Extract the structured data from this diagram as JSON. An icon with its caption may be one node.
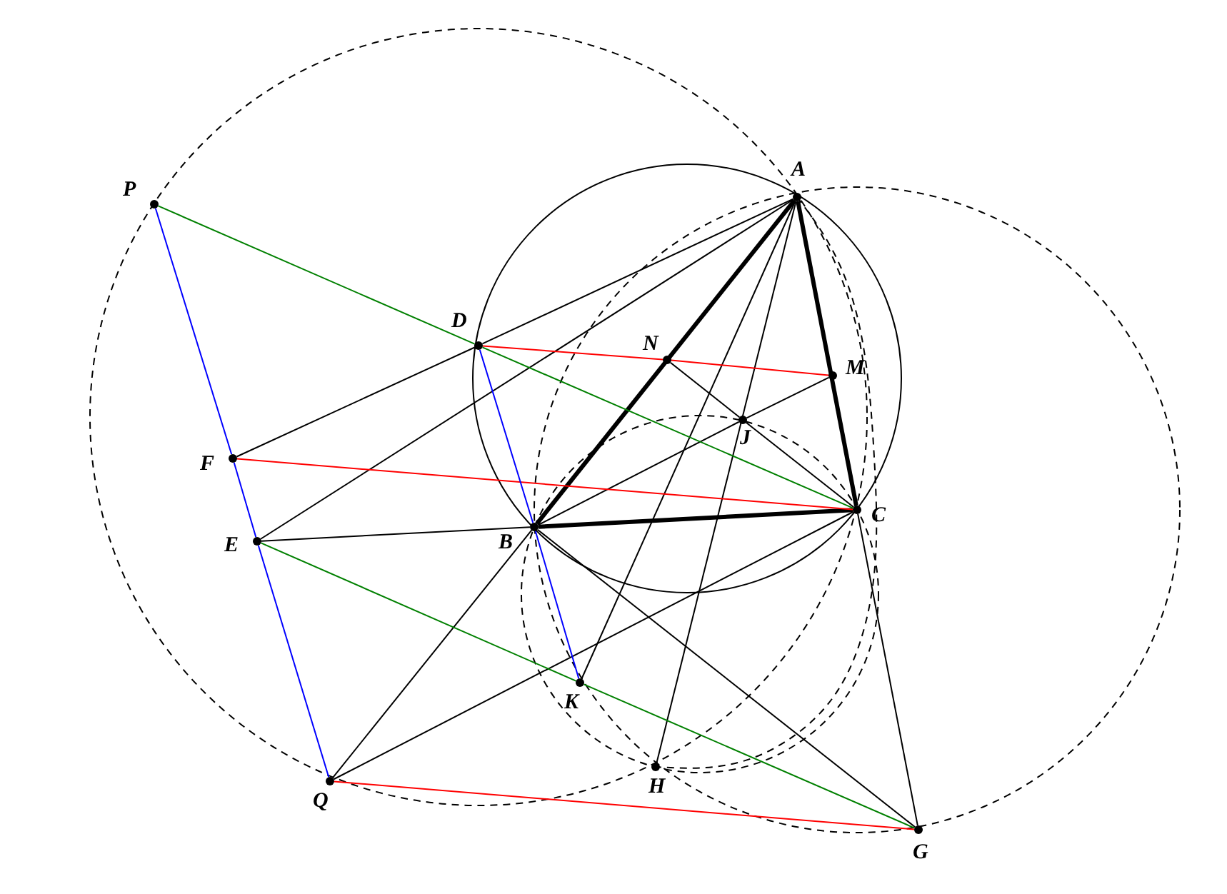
{
  "diagram": {
    "nodes": [
      {
        "text": [
          "A"
        ]
      },
      {
        "text": [
          "B"
        ]
      },
      {
        "text": [
          "C"
        ]
      },
      {
        "text": [
          "D"
        ]
      },
      {
        "text": [
          "N"
        ]
      },
      {
        "text": [
          "M"
        ]
      },
      {
        "text": [
          "J"
        ]
      },
      {
        "text": [
          "F"
        ]
      },
      {
        "text": [
          "E"
        ]
      },
      {
        "text": [
          "P"
        ]
      },
      {
        "text": [
          "Q"
        ]
      },
      {
        "text": [
          "K"
        ]
      },
      {
        "text": [
          "H"
        ]
      },
      {
        "text": [
          "G"
        ]
      }
    ],
    "edges": [
      {
        "from": 0,
        "to": 1,
        "arrow": "none",
        "style": "thick"
      },
      {
        "from": 0,
        "to": 2,
        "arrow": "none",
        "style": "thick"
      },
      {
        "from": 1,
        "to": 2,
        "arrow": "none",
        "style": "thick"
      },
      {
        "from": 2,
        "to": 13,
        "arrow": "none"
      },
      {
        "from": 7,
        "to": 3,
        "arrow": "none"
      },
      {
        "from": 3,
        "to": 0,
        "arrow": "none"
      },
      {
        "from": 8,
        "to": 0,
        "arrow": "none"
      },
      {
        "from": 8,
        "to": 1,
        "arrow": "none"
      },
      {
        "from": 1,
        "to": 6,
        "arrow": "none"
      },
      {
        "from": 6,
        "to": 5,
        "arrow": "none"
      },
      {
        "from": 4,
        "to": 6,
        "arrow": "none"
      },
      {
        "from": 6,
        "to": 2,
        "arrow": "none"
      },
      {
        "from": 0,
        "to": 11,
        "arrow": "none"
      },
      {
        "from": 0,
        "to": 12,
        "arrow": "none"
      },
      {
        "from": 1,
        "to": 13,
        "arrow": "none"
      },
      {
        "from": 1,
        "to": 10,
        "arrow": "none"
      },
      {
        "from": 10,
        "to": 2,
        "arrow": "none"
      },
      {
        "from": 3,
        "to": 4,
        "arrow": "none",
        "color": "#ff0000"
      },
      {
        "from": 4,
        "to": 5,
        "arrow": "none",
        "color": "#ff0000"
      },
      {
        "from": 7,
        "to": 2,
        "arrow": "none",
        "color": "#ff0000"
      },
      {
        "from": 10,
        "to": 13,
        "arrow": "none",
        "color": "#ff0000"
      },
      {
        "from": 9,
        "to": 3,
        "arrow": "none",
        "color": "#008000"
      },
      {
        "from": 3,
        "to": 2,
        "arrow": "none",
        "color": "#008000"
      },
      {
        "from": 8,
        "to": 11,
        "arrow": "none",
        "color": "#008000"
      },
      {
        "from": 11,
        "to": 13,
        "arrow": "none",
        "color": "#008000"
      },
      {
        "from": 9,
        "to": 7,
        "arrow": "none",
        "color": "#0000ff"
      },
      {
        "from": 7,
        "to": 8,
        "arrow": "none",
        "color": "#0000ff"
      },
      {
        "from": 8,
        "to": 10,
        "arrow": "none",
        "color": "#0000ff"
      },
      {
        "from": 3,
        "to": 1,
        "arrow": "none",
        "color": "#0000ff"
      },
      {
        "from": 1,
        "to": 11,
        "arrow": "none",
        "color": "#0000ff"
      }
    ]
  }
}
